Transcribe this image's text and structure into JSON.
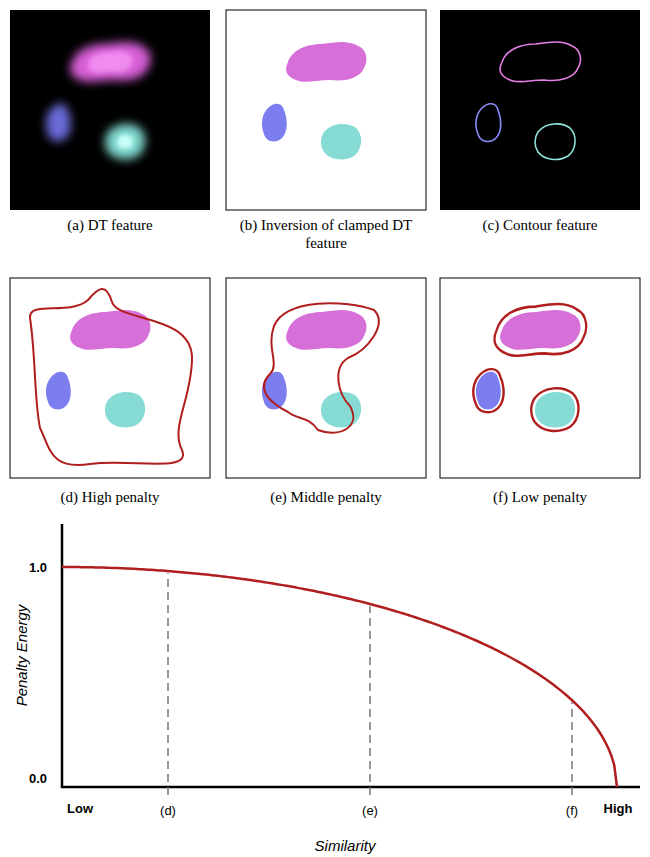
{
  "diagram": {
    "labels": [
      "(a) DT feature",
      "(b) Inversion of clamped DT feature",
      "(c) Contour feature",
      "(d) High penalty",
      "(e) Middle penalty",
      "(f) Low penalty",
      "1.0",
      "Penalty Energy",
      "0.0",
      "Low",
      "(d)",
      "(e)",
      "(f)",
      "High",
      "Similarity"
    ]
  }
}
